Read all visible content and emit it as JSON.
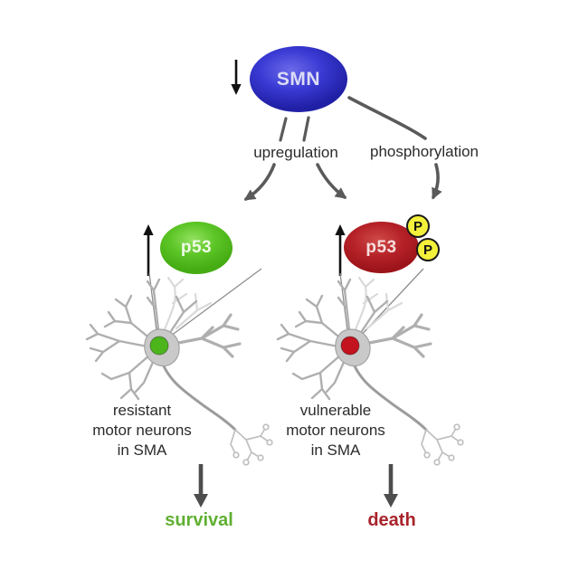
{
  "smn_node": {
    "label": "SMN"
  },
  "pathway_labels": {
    "upregulation": "upregulation",
    "phosphorylation": "phosphorylation"
  },
  "p53_green": {
    "label": "p53"
  },
  "p53_red": {
    "label": "p53",
    "badge": "P"
  },
  "left_branch": {
    "caption": "resistant\nmotor neurons\nin SMA",
    "outcome": "survival",
    "outcome_color": "#5fb031"
  },
  "right_branch": {
    "caption": "vulnerable\nmotor neurons\nin SMA",
    "outcome": "death",
    "outcome_color": "#a8232b"
  },
  "colors": {
    "smn_fill": "#3434cf",
    "p53_green_fill": "#55c31e",
    "p53_red_fill": "#b22025",
    "phospho_badge_fill": "#f3f13a",
    "nucleus_green": "#4cb51c",
    "nucleus_red": "#c2131f",
    "arrow_gray": "#5a5a5a",
    "indicator_black": "#111111"
  }
}
